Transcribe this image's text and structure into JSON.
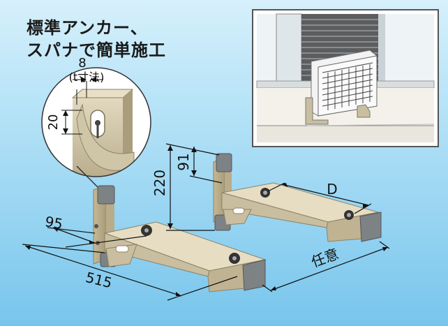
{
  "headline": {
    "line1": "標準アンカー、",
    "line2": "スパナで簡単施工"
  },
  "detail": {
    "t_value": "8",
    "t_label": "(t寸法)",
    "height": "20"
  },
  "dimensions": {
    "height_220": "220",
    "height_91": "91",
    "depth_D": "D",
    "width_95": "95",
    "length_515": "515",
    "spacing": "任意"
  },
  "colors": {
    "bracket": "#c9bea0",
    "rubber": "#7d8285",
    "background": "#9fd6f2"
  }
}
